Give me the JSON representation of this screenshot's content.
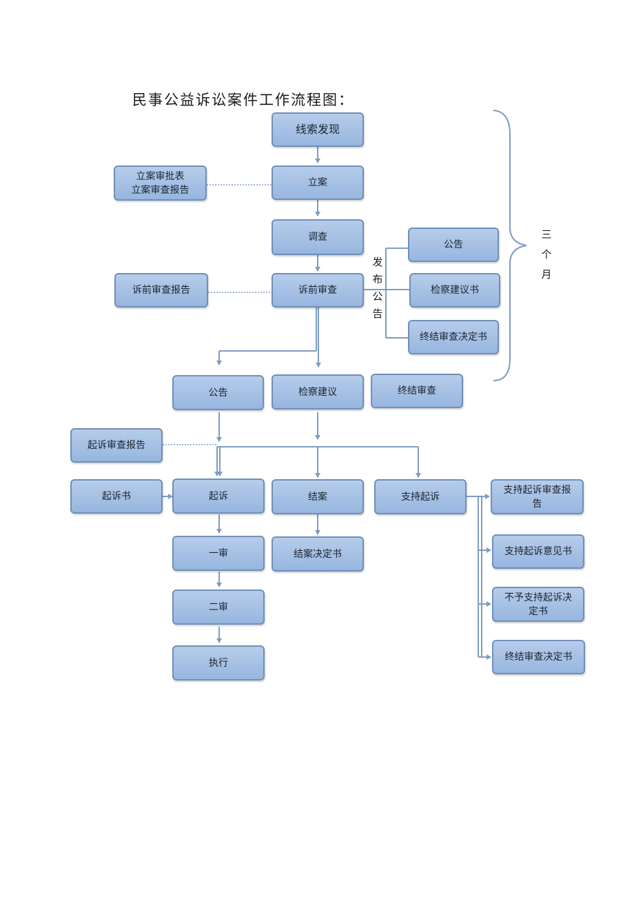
{
  "title": "民事公益诉讼案件工作流程图：",
  "nodes": {
    "clue": "线索发现",
    "filing": "立案",
    "filing_docs_1": "立案审批表",
    "filing_docs_2": "立案审查报告",
    "investigation": "调查",
    "pre_review": "诉前审查",
    "pre_review_report": "诉前审查报告",
    "notice_top": "公告",
    "procuratorial_letter": "检察建议书",
    "termination_decision_top": "终结审查决定书",
    "notice": "公告",
    "procuratorial_suggestion": "检察建议",
    "termination_review": "终结审查",
    "prosecution_report": "起诉审查报告",
    "indictment": "起诉书",
    "prosecute": "起诉",
    "close_case": "结案",
    "support_prosecution": "支持起诉",
    "support_review_report": "支持起诉审查报告",
    "support_opinion": "支持起诉意见书",
    "no_support_decision": "不予支持起诉决定书",
    "termination_decision_bottom": "终结审查决定书",
    "close_decision": "结案决定书",
    "first_instance": "一审",
    "second_instance": "二审",
    "execution": "执行"
  },
  "labels": {
    "publish_notice": [
      "发",
      "布",
      "公",
      "告"
    ],
    "three_months": [
      "三",
      "个",
      "月"
    ]
  },
  "colors": {
    "box_fill": "#a7c1e5",
    "box_border": "#6f8fb8",
    "arrow": "#7d9cc3"
  }
}
